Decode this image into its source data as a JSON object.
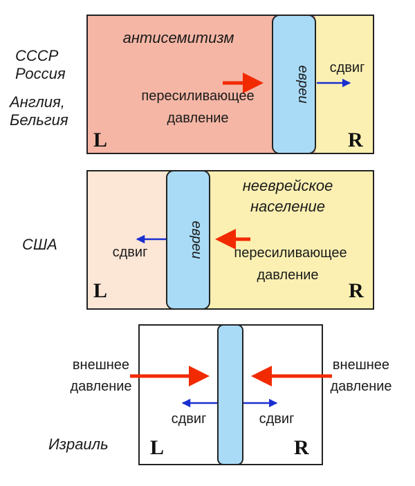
{
  "colors": {
    "panel1_left": "#f5b6a5",
    "panel1_right": "#fbf0b2",
    "panel2_left": "#fce6d6",
    "panel2_right": "#fbf0b2",
    "jews_bar": "#a9dbf7",
    "red_arrow": "#f22a00",
    "blue_arrow": "#1a2fd0"
  },
  "side_labels": {
    "ussr": "СССР",
    "russia": "Россия",
    "england": "Англия,",
    "belgium": "Бельгия",
    "usa": "США",
    "israel": "Израиль"
  },
  "panel1": {
    "title": "антисемитизм",
    "jews": "евреи",
    "shift": "сдвиг",
    "pressure_line1": "пересиливающее",
    "pressure_line2": "давление",
    "left_letter": "L",
    "right_letter": "R"
  },
  "panel2": {
    "title_line1": "нееврейское",
    "title_line2": "население",
    "jews": "евреи",
    "shift": "сдвиг",
    "pressure_line1": "пересиливающее",
    "pressure_line2": "давление",
    "left_letter": "L",
    "right_letter": "R"
  },
  "panel3": {
    "left_pressure_line1": "внешнее",
    "left_pressure_line2": "давление",
    "right_pressure_line1": "внешнее",
    "right_pressure_line2": "давление",
    "left_shift": "сдвиг",
    "right_shift": "сдвиг",
    "left_letter": "L",
    "right_letter": "R"
  }
}
